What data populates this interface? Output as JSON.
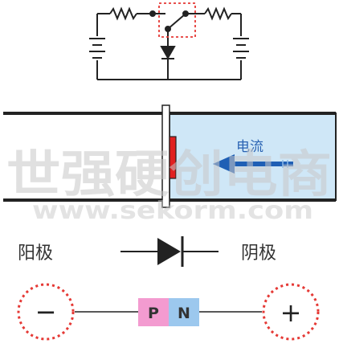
{
  "labels": {
    "current": "电流",
    "anode": "阳极",
    "cathode": "阴极",
    "p_region": "P",
    "n_region": "N",
    "minus_sign": "−",
    "plus_sign": "+"
  },
  "watermark": {
    "text": "世强硬创电商",
    "url": "www.sekorm.com"
  },
  "colors": {
    "wire": "#222222",
    "switch_highlight": "#e53935",
    "pipe_fill": "#cfe7f7",
    "arrow": "#1f5fb5",
    "flap": "#e02020",
    "p_region": "#f39bd0",
    "n_region": "#9cc8ee",
    "terminal_circle": "#e53935"
  }
}
